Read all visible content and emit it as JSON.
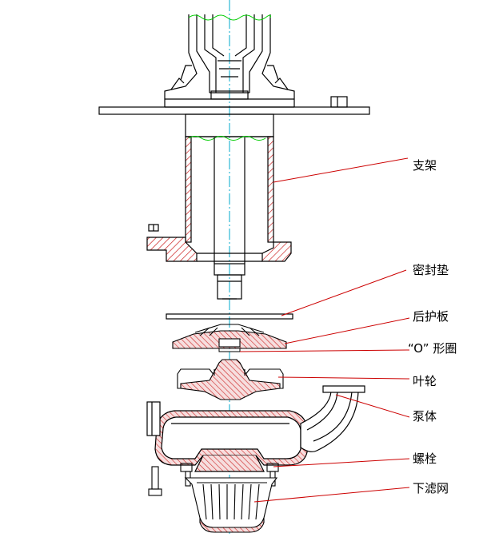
{
  "diagram": {
    "labels": {
      "bracket": "支架",
      "seal_gasket": "密封垫",
      "rear_guard_plate": "后护板",
      "o_ring": "“O” 形圈",
      "impeller": "叶轮",
      "pump_body": "泵体",
      "bolt": "螺栓",
      "strainer": "下滤网"
    },
    "colors": {
      "outline": "#000000",
      "section_hatch": "#cc2222",
      "leader": "#cc0000",
      "centerline": "#00aacc",
      "break_line": "#00cc00"
    }
  }
}
